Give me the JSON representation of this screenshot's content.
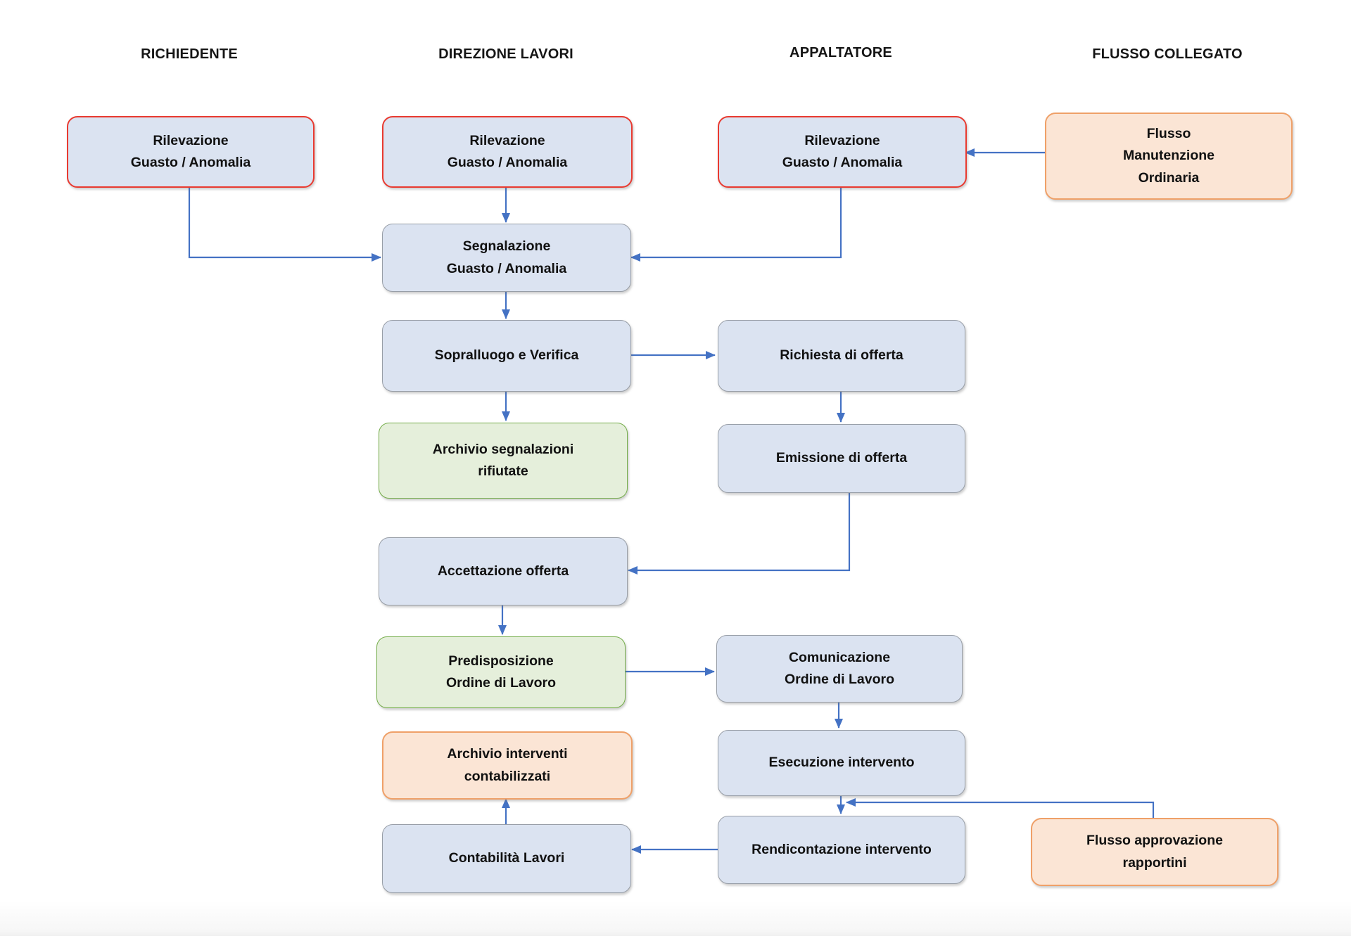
{
  "colors": {
    "background": "#ffffff",
    "arrow_blue": "#4472c4",
    "box_blue_fill": "#dbe3f1",
    "box_gray_border": "#989ea7",
    "box_red_border": "#e93a30",
    "box_green_fill": "#e5efdb",
    "box_green_border": "#74ad49",
    "box_orange_fill": "#fbe5d5",
    "box_orange_border": "#efa068",
    "text": "#111111"
  },
  "lanes": {
    "richiedente": "RICHIEDENTE",
    "direzione_lavori": "DIREZIONE LAVORI",
    "appaltatore": "APPALTATORE",
    "flusso_collegato": "FLUSSO COLLEGATO"
  },
  "nodes": {
    "rilevazione_richiedente": {
      "label": "Rilevazione\nGuasto / Anomalia"
    },
    "rilevazione_direzione": {
      "label": "Rilevazione\nGuasto / Anomalia"
    },
    "rilevazione_appaltatore": {
      "label": "Rilevazione\nGuasto / Anomalia"
    },
    "flusso_manutenzione": {
      "label": "Flusso\nManutenzione\nOrdinaria"
    },
    "segnalazione": {
      "label": "Segnalazione\nGuasto / Anomalia"
    },
    "sopralluogo": {
      "label": "Sopralluogo e Verifica"
    },
    "richiesta_offerta": {
      "label": "Richiesta di offerta"
    },
    "archivio_segnalazioni": {
      "label": "Archivio segnalazioni\nrifiutate"
    },
    "emissione_offerta": {
      "label": "Emissione di offerta"
    },
    "accettazione_offerta": {
      "label": "Accettazione offerta"
    },
    "predisposizione_odl": {
      "label": "Predisposizione\nOrdine di Lavoro"
    },
    "comunicazione_odl": {
      "label": "Comunicazione\nOrdine di Lavoro"
    },
    "archivio_interventi": {
      "label": "Archivio interventi\ncontabilizzati"
    },
    "esecuzione_intervento": {
      "label": "Esecuzione intervento"
    },
    "contabilita_lavori": {
      "label": "Contabilità Lavori"
    },
    "rendicontazione_intervento": {
      "label": "Rendicontazione intervento"
    },
    "flusso_approvazione": {
      "label": "Flusso approvazione\nrapportini"
    }
  }
}
